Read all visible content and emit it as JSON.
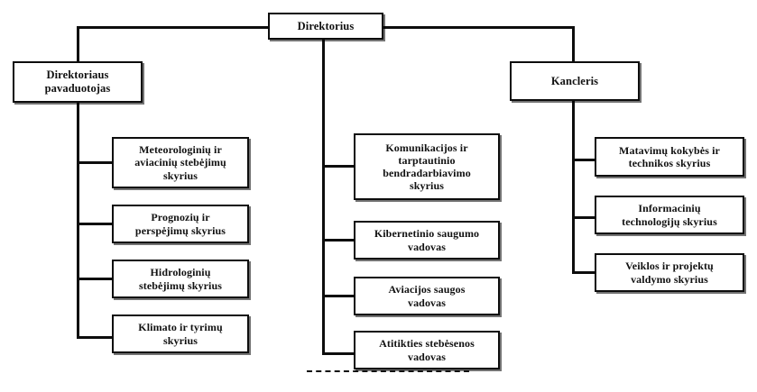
{
  "diagram": {
    "type": "org-chart",
    "language": "lt",
    "title_node": "Direktorius",
    "colors": {
      "box_border": "#0d0d0d",
      "connector": "#0d0d0d",
      "background": "#ffffff",
      "text": "#111111"
    },
    "root": {
      "label": "Direktorius"
    },
    "level2": [
      {
        "key": "deputy",
        "label": "Direktoriaus\npavaduotojas"
      },
      {
        "key": "chancellor",
        "label": "Kancleris"
      }
    ],
    "deputy_children": [
      {
        "label": "Meteorologinių ir\naviacinių stebėjimų\nskyrius"
      },
      {
        "label": "Prognozių ir\nperspėjimų skyrius"
      },
      {
        "label": "Hidrologinių\nstebėjimų skyrius"
      },
      {
        "label": "Klimato ir tyrimų\nskyrius"
      }
    ],
    "director_children": [
      {
        "label": "Komunikacijos ir\ntarptautinio\nbendradarbiavimo\nskyrius"
      },
      {
        "label": "Kibernetinio saugumo\nvadovas"
      },
      {
        "label": "Aviacijos saugos\nvadovas"
      },
      {
        "label": "Atitikties stebėsenos\nvadovas"
      }
    ],
    "chancellor_children": [
      {
        "label": "Matavimų kokybės ir\ntechnikos skyrius"
      },
      {
        "label": "Informacinių\ntechnologijų skyrius"
      },
      {
        "label": "Veiklos ir projektų\nvaldymo skyrius"
      }
    ],
    "footer_separator": "dashed-rule"
  }
}
